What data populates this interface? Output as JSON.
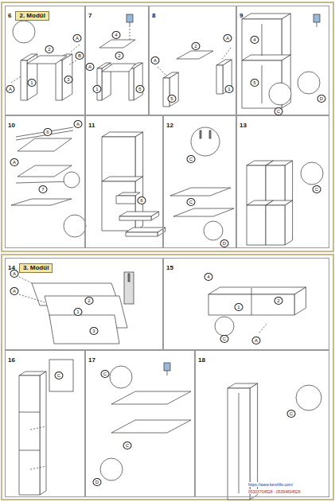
{
  "diagram": {
    "nodes": [
      {
        "text": [
          "6",
          "2. Modül"
        ]
      },
      {
        "text": [
          "7"
        ]
      },
      {
        "text": [
          "8"
        ]
      },
      {
        "text": [
          "9"
        ]
      },
      {
        "text": [
          "10"
        ]
      },
      {
        "text": [
          "11"
        ]
      },
      {
        "text": [
          "12"
        ]
      },
      {
        "text": [
          "13"
        ]
      },
      {
        "text": [
          "14",
          "3. Modül"
        ]
      },
      {
        "text": [
          "15"
        ]
      },
      {
        "text": [
          "16"
        ]
      },
      {
        "text": [
          "17"
        ]
      },
      {
        "text": [
          "18"
        ]
      }
    ],
    "edges": [],
    "labels": [
      "A",
      "B",
      "2",
      "1",
      "3",
      "A",
      "4",
      "2",
      "1",
      "5",
      "A",
      "A",
      "5",
      "2",
      "1",
      "A",
      "4",
      "5",
      "C",
      "D",
      "6",
      "A",
      "7",
      "A",
      "6",
      "C",
      "C",
      "D",
      "C",
      "A",
      "A",
      "1",
      "2",
      "3",
      "4",
      "1",
      "2",
      "A",
      "C",
      "C",
      "C",
      "C",
      "D",
      "C",
      "https://www.kenzlife.com/",
      "05303704528 - 05394834529"
    ]
  }
}
